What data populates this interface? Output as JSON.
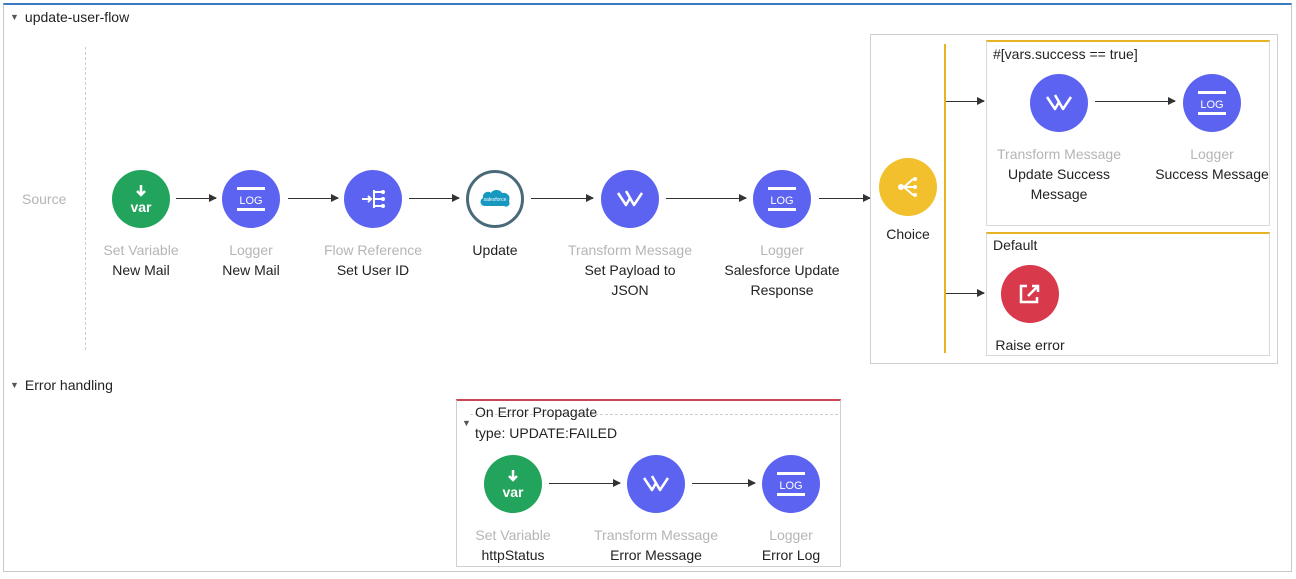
{
  "flow": {
    "name": "update-user-flow",
    "source_label": "Source",
    "components": [
      {
        "type": "Set Variable",
        "name": "New Mail"
      },
      {
        "type": "Logger",
        "name": "New Mail"
      },
      {
        "type": "Flow Reference",
        "name": "Set User ID"
      },
      {
        "type": "",
        "name": "Update"
      },
      {
        "type": "Transform Message",
        "name": "Set Payload to JSON"
      },
      {
        "type": "Logger",
        "name": "Salesforce Update Response"
      }
    ],
    "choice": {
      "name": "Choice",
      "when": {
        "condition": "#[vars.success == true]",
        "components": [
          {
            "type": "Transform Message",
            "name": "Update Success Message"
          },
          {
            "type": "Logger",
            "name": "Success Message"
          }
        ]
      },
      "default": {
        "label": "Default",
        "components": [
          {
            "type": "",
            "name": "Raise error"
          }
        ]
      }
    }
  },
  "error_handling": {
    "title": "Error handling",
    "handler": {
      "title": "On Error Propagate",
      "type_line": "type: UPDATE:FAILED",
      "components": [
        {
          "type": "Set Variable",
          "name": "httpStatus"
        },
        {
          "type": "Transform Message",
          "name": "Error Message"
        },
        {
          "type": "Logger",
          "name": "Error Log"
        }
      ]
    }
  },
  "icons": {
    "var_text": "var",
    "log_text": "LOG",
    "salesforce_text": "salesforce"
  },
  "colors": {
    "purple": "#5b63f0",
    "green": "#22a45d",
    "yellow": "#f1c02c",
    "red": "#d83a4b",
    "accent": "#e6b422"
  }
}
